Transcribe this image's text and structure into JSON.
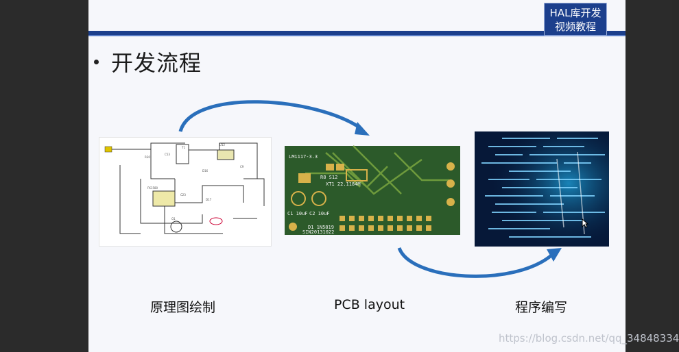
{
  "brand": {
    "line1": "HAL库开发",
    "line2": "视频教程"
  },
  "bullet": {
    "text": "开发流程"
  },
  "captions": {
    "schematic": "原理图绘制",
    "pcb": "PCB layout",
    "code": "程序编写"
  },
  "watermark": "https://blog.csdn.net/qq_34848334",
  "pcb_labels": {
    "top": "LM1117-3.3",
    "crystal": "XT1 22.1184M",
    "r": "R8  S12",
    "c1": "C1 10uF",
    "c2": "C2 10uF",
    "d1": "D1 1N5819",
    "sn": "SIN20131022"
  },
  "colors": {
    "slide_bg": "#f6f7fb",
    "brand_blue": "#1c3f8c",
    "arrow_blue": "#2a6fbb",
    "pcb_green": "#2c5a2a",
    "code_bg": "#061838"
  }
}
